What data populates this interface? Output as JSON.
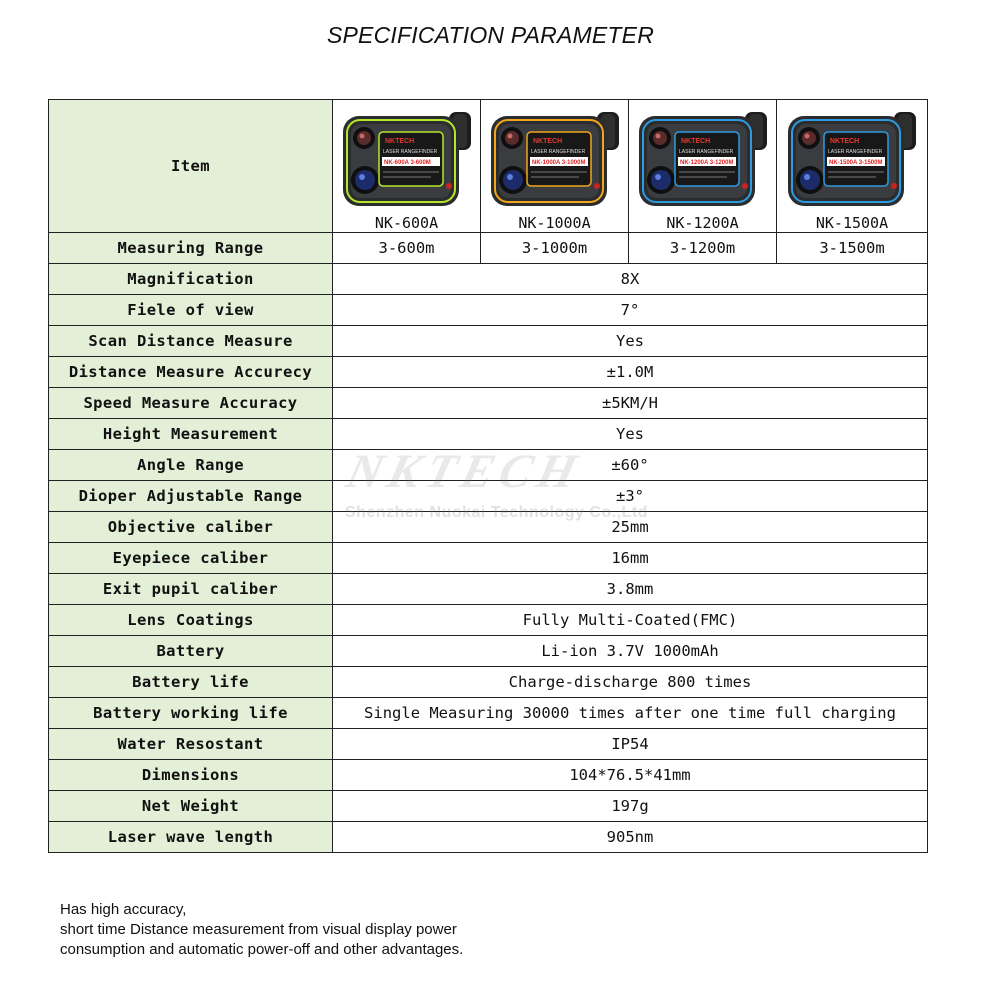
{
  "title": "SPECIFICATION PARAMETER",
  "header": {
    "item_label": "Item",
    "products": [
      {
        "model": "NK-600A",
        "accent": "#b6e62a",
        "badge": "NK-600A 3-600M"
      },
      {
        "model": "NK-1000A",
        "accent": "#f0a51c",
        "badge": "NK-1000A 3-1000M"
      },
      {
        "model": "NK-1200A",
        "accent": "#2e9be0",
        "badge": "NK-1200A 3-1200M"
      },
      {
        "model": "NK-1500A",
        "accent": "#2e9be0",
        "badge": "NK-1500A 3-1500M"
      }
    ],
    "device_brand": "NKTECH",
    "device_line": "LASER RANGEFINDER"
  },
  "measuring_range": {
    "label": "Measuring Range",
    "values": [
      "3-600m",
      "3-1000m",
      "3-1200m",
      "3-1500m"
    ]
  },
  "rows": [
    {
      "label": "Magnification",
      "value": "8X"
    },
    {
      "label": "Fiele of view",
      "value": "7°"
    },
    {
      "label": "Scan Distance Measure",
      "value": "Yes"
    },
    {
      "label": "Distance Measure Accurecy",
      "value": "±1.0M"
    },
    {
      "label": "Speed Measure Accuracy",
      "value": "±5KM/H"
    },
    {
      "label": "Height Measurement",
      "value": "Yes"
    },
    {
      "label": "Angle Range",
      "value": "±60°"
    },
    {
      "label": "Dioper Adjustable Range",
      "value": "±3°"
    },
    {
      "label": "Objective caliber",
      "value": "25mm"
    },
    {
      "label": "Eyepiece caliber",
      "value": "16mm"
    },
    {
      "label": "Exit pupil caliber",
      "value": "3.8mm"
    },
    {
      "label": "Lens Coatings",
      "value": "Fully Multi-Coated(FMC)"
    },
    {
      "label": "Battery",
      "value": "Li-ion 3.7V 1000mAh"
    },
    {
      "label": "Battery life",
      "value": "Charge-discharge 800 times"
    },
    {
      "label": "Battery working life",
      "value": "Single Measuring 30000 times after one time full charging"
    },
    {
      "label": "Water Resostant",
      "value": "IP54"
    },
    {
      "label": "Dimensions",
      "value": "104*76.5*41mm"
    },
    {
      "label": "Net Weight",
      "value": "197g"
    },
    {
      "label": "Laser wave length",
      "value": "905nm"
    }
  ],
  "watermark": {
    "brand": "NKTECH",
    "company": "Shenzhen Nuokai Technology Co.,Ltd"
  },
  "description": [
    "Has high accuracy,",
    "short time Distance measurement from visual display power",
    "consumption and automatic power-off and other advantages."
  ]
}
